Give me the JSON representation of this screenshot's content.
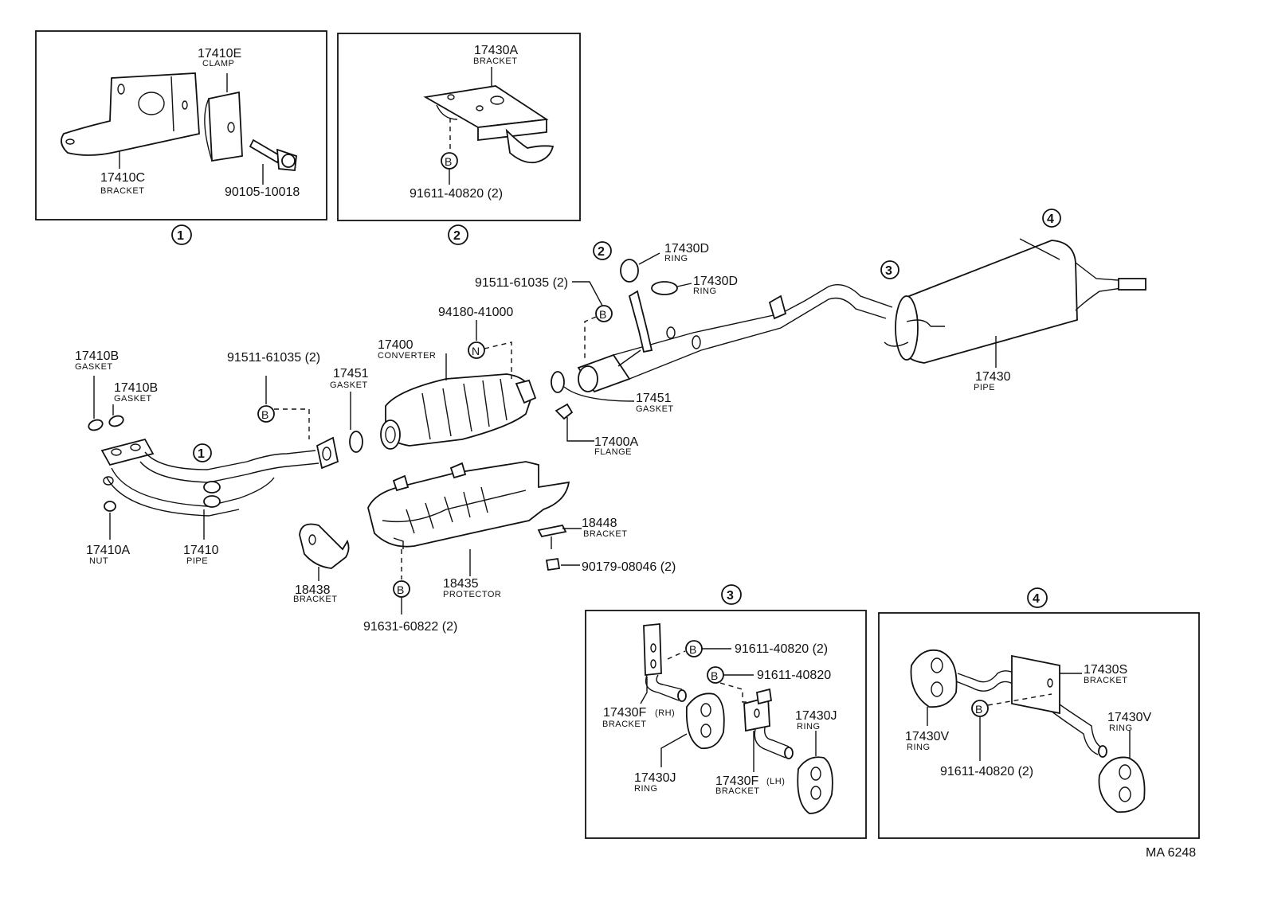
{
  "labels": {
    "p17410E": "17410E",
    "clamp": "CLAMP",
    "p17410C": "17410C",
    "bracket_a": "BRACKET",
    "p90105": "90105-10018",
    "p17430A": "17430A",
    "bracket_b": "BRACKET",
    "p91611_top": "91611-40820 (2)",
    "p17430D_1": "17430D",
    "ring_1": "RING",
    "p17430D_2": "17430D",
    "ring_2": "RING",
    "p91511_r": "91511-61035 (2)",
    "p94180": "94180-41000",
    "p17400": "17400",
    "converter": "CONVERTER",
    "p17410B_1": "17410B",
    "gasket_1": "GASKET",
    "p17410B_2": "17410B",
    "gasket_2": "GASKET",
    "p91511_l": "91511-61035 (2)",
    "p17451_l": "17451",
    "gasket_3": "GASKET",
    "p17451_r": "17451",
    "gasket_4": "GASKET",
    "p17400A": "17400A",
    "flange": "FLANGE",
    "p17430": "17430",
    "pipe_1": "PIPE",
    "p17410A": "17410A",
    "nut": "NUT",
    "p17410": "17410",
    "pipe_2": "PIPE",
    "p18438": "18438",
    "bracket_c": "BRACKET",
    "p18435": "18435",
    "protector": "PROTECTOR",
    "p18448": "18448",
    "bracket_d": "BRACKET",
    "p90179": "90179-08046 (2)",
    "p91631": "91631-60822 (2)",
    "p91611_3a": "91611-40820 (2)",
    "p91611_3b": "91611-40820",
    "p17430F_rh": "17430F",
    "rh": "(RH)",
    "bracket_e": "BRACKET",
    "p17430J_1": "17430J",
    "ring_3": "RING",
    "p17430J_2": "17430J",
    "ring_4": "RING",
    "p17430F_lh": "17430F",
    "lh": "(LH)",
    "bracket_f": "BRACKET",
    "p17430S": "17430S",
    "bracket_g": "BRACKET",
    "p17430V_1": "17430V",
    "ring_5": "RING",
    "p17430V_2": "17430V",
    "ring_6": "RING",
    "p91611_4": "91611-40820 (2)",
    "code": "MA  6248"
  },
  "callouts": {
    "c1": "1",
    "c2": "2",
    "c3": "3",
    "c4": "4",
    "b": "B",
    "n": "N"
  }
}
